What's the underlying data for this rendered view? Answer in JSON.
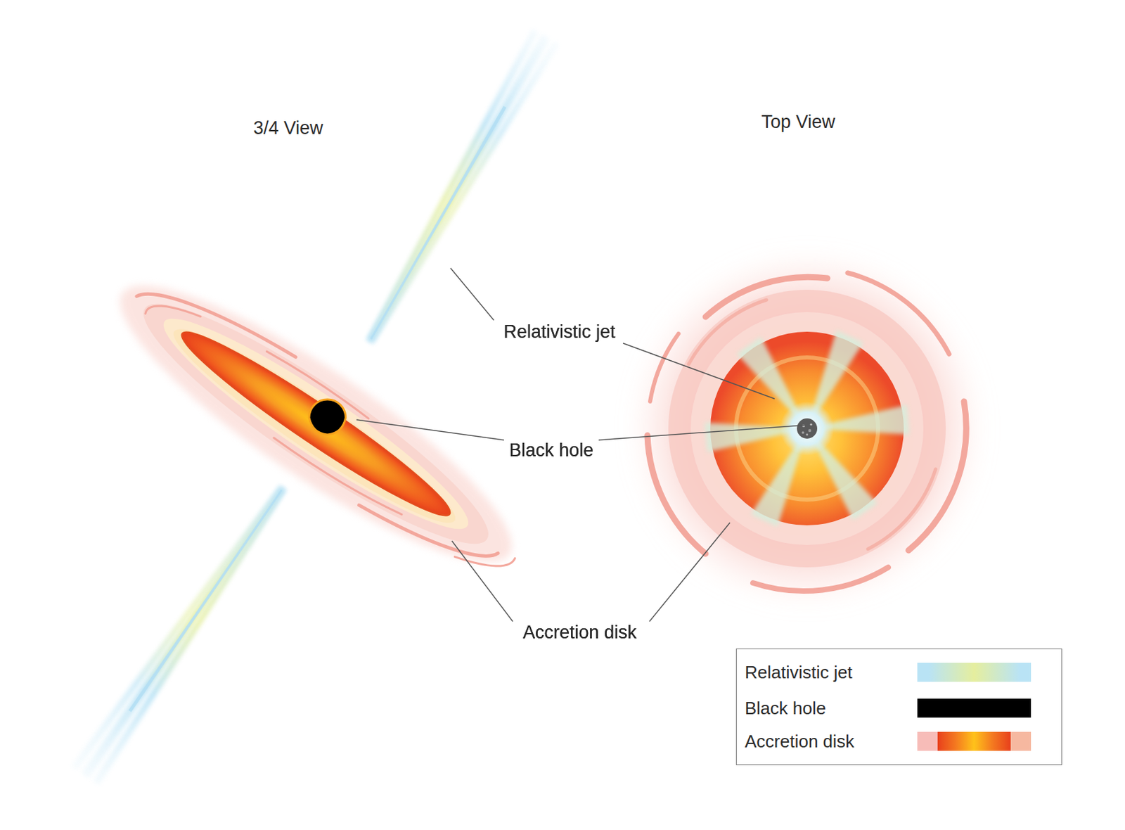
{
  "diagram": {
    "labels": [
      "3/4 View",
      "Top View",
      "Relativistic jet",
      "Relativistic jet",
      "Black hole",
      "Black hole",
      "Accretion disk",
      "Accretion disk"
    ],
    "legend": [
      {
        "text": "Relativistic jet"
      },
      {
        "text": "Black hole",
        "color": "#000000"
      },
      {
        "text": "Accretion disk"
      }
    ]
  }
}
